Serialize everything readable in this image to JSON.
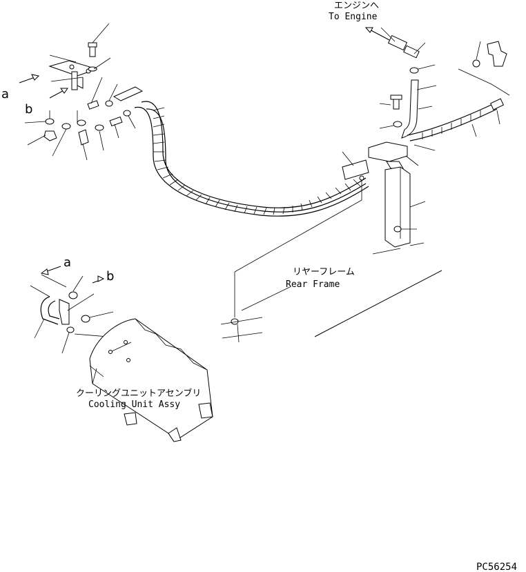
{
  "labels": {
    "to_engine_jp": "エンジンへ",
    "to_engine_en": "To Engine",
    "rear_frame_jp": "リヤーフレーム",
    "rear_frame_en": "Rear Frame",
    "cooling_unit_jp": "クーリングユニットアセンブリ",
    "cooling_unit_en": "Cooling Unit Assy",
    "marker_a": "a",
    "marker_b": "b",
    "drawing_code": "PC56254"
  },
  "colors": {
    "line": "#000000",
    "background": "#ffffff"
  }
}
